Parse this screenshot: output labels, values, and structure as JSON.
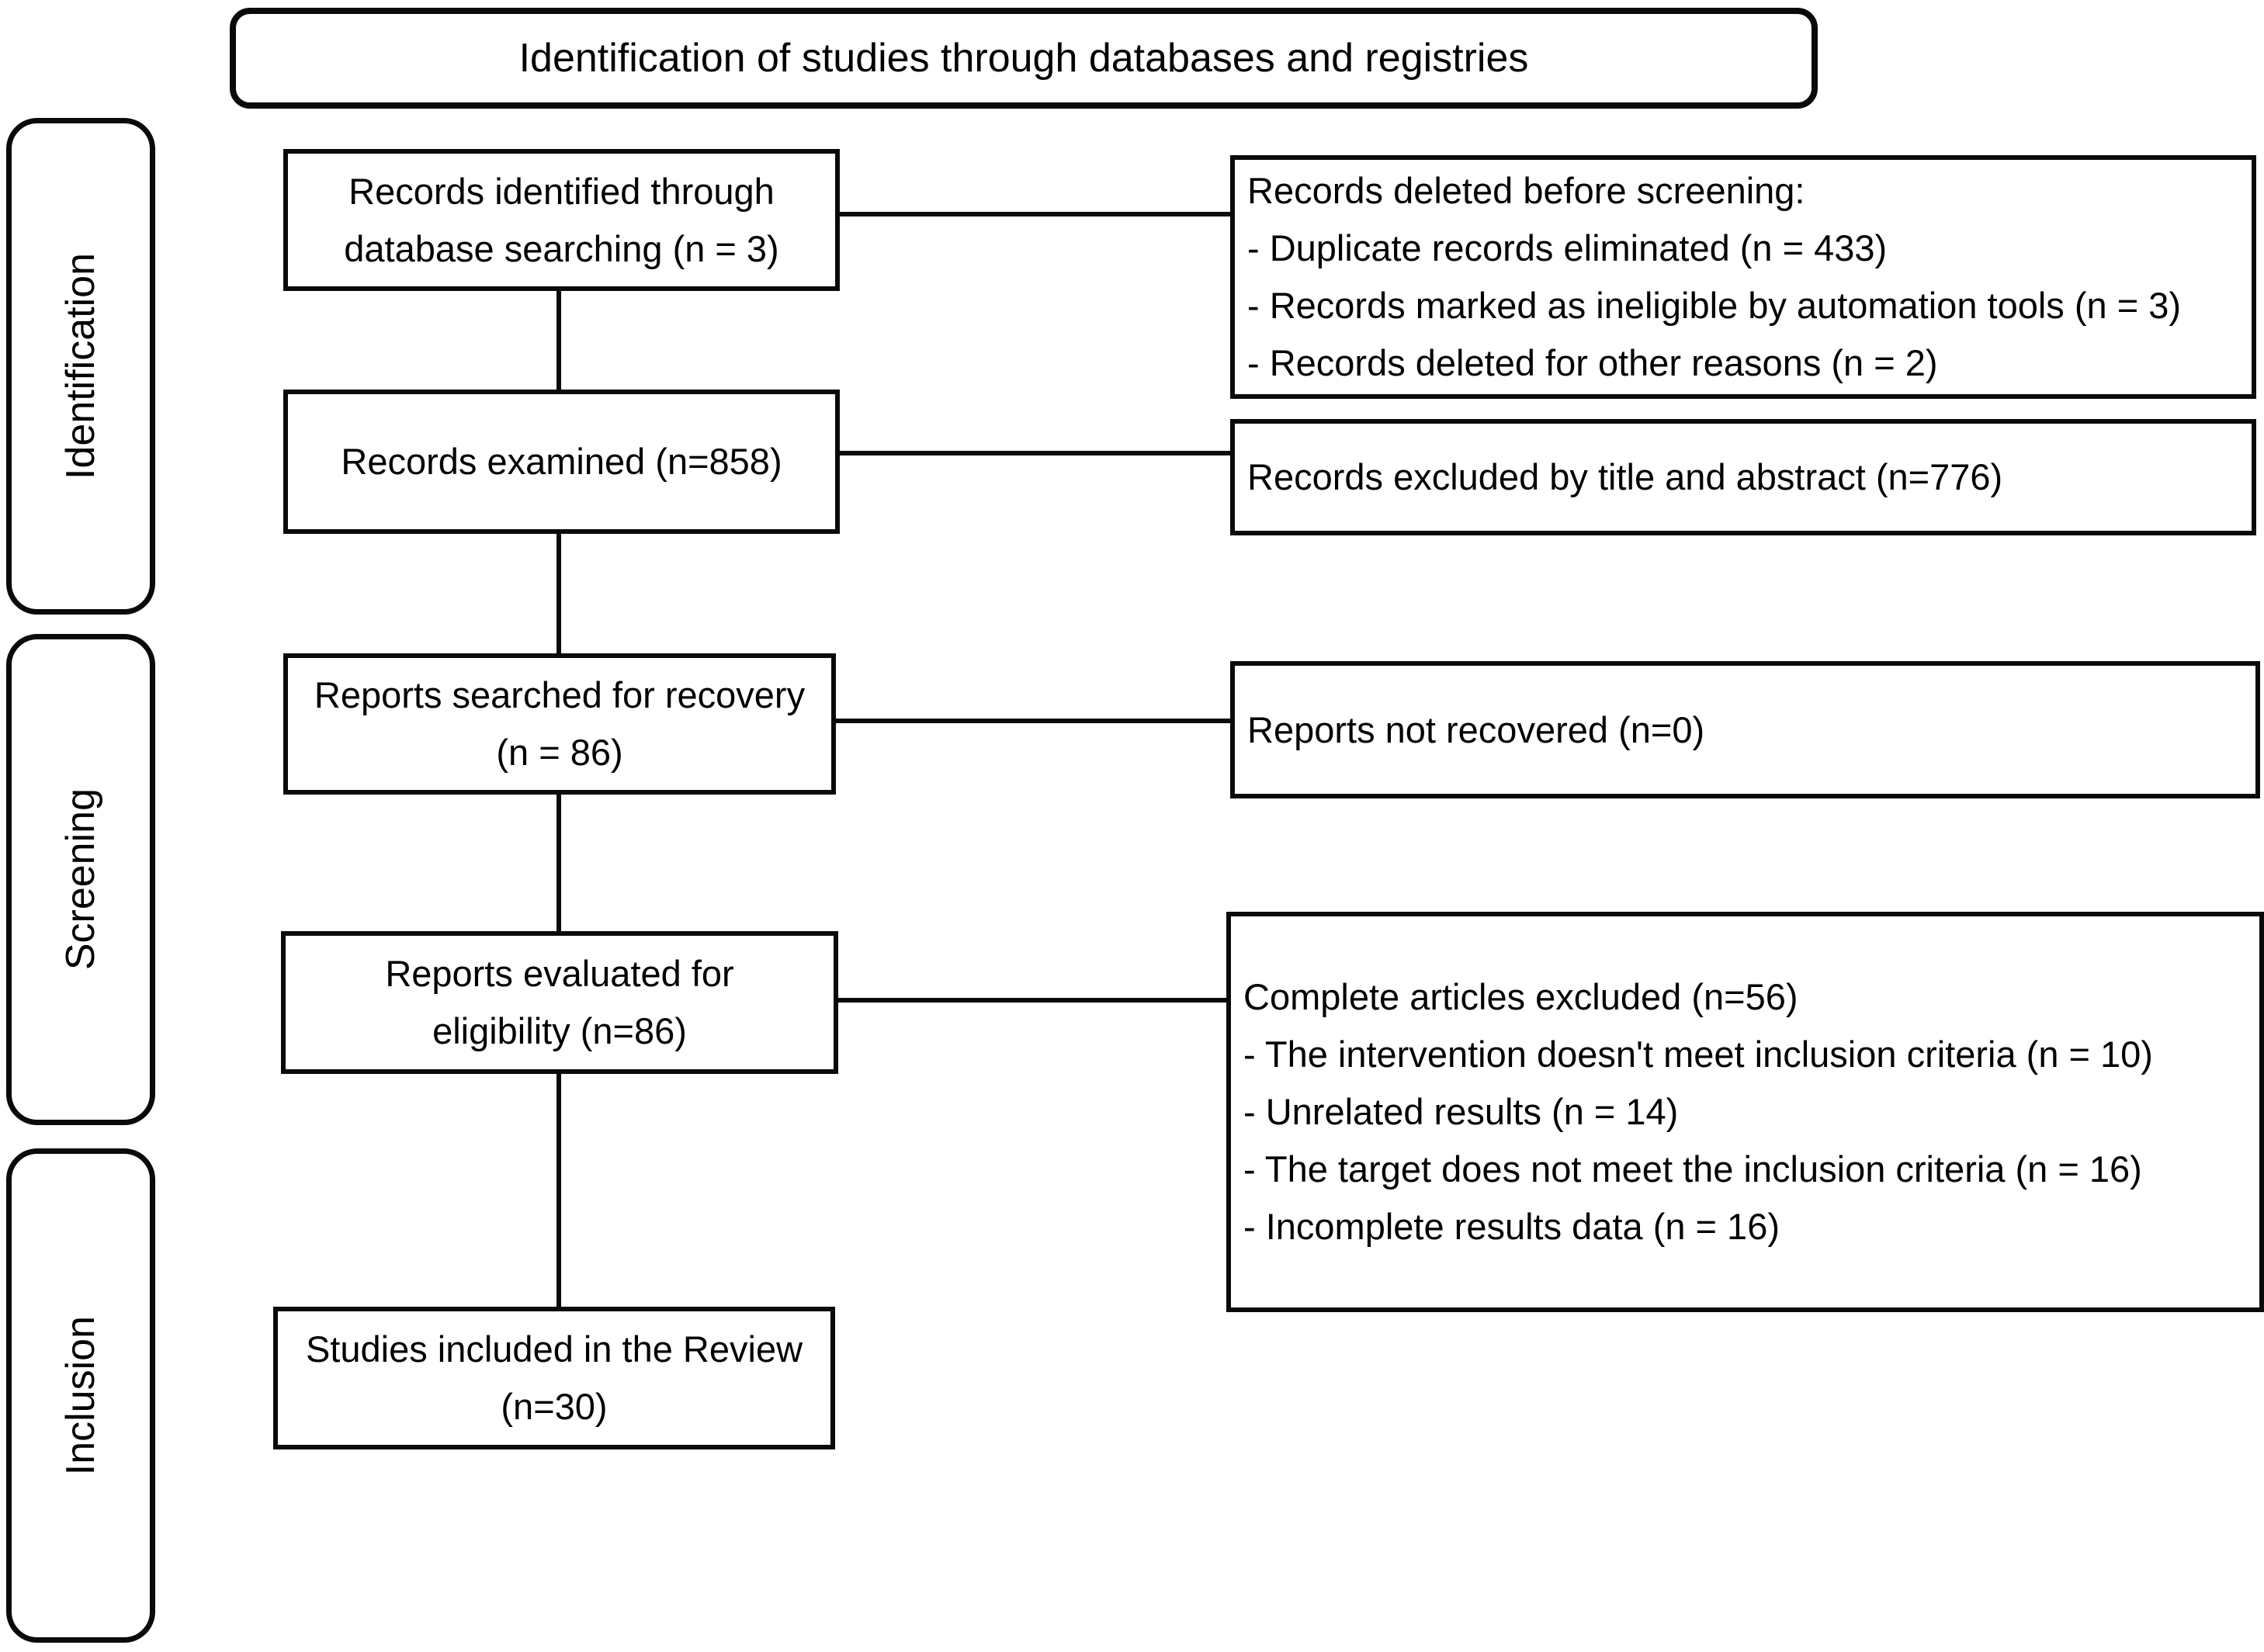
{
  "title": "Identification of studies through databases and registries",
  "stages": [
    {
      "label": "Identification"
    },
    {
      "label": "Screening"
    },
    {
      "label": "Inclusion"
    }
  ],
  "left_boxes": [
    {
      "lines": [
        "Records identified through",
        "database searching (n = 3)"
      ]
    },
    {
      "lines": [
        "Records examined (n=858)"
      ]
    },
    {
      "lines": [
        "Reports searched for recovery",
        "(n = 86)"
      ]
    },
    {
      "lines": [
        "Reports evaluated for",
        "eligibility (n=86)"
      ]
    },
    {
      "lines": [
        "Studies included in the Review",
        "(n=30)"
      ]
    }
  ],
  "right_boxes": [
    {
      "lines": [
        "Records deleted before screening:",
        "- Duplicate records eliminated (n = 433)",
        "- Records marked as ineligible by automation tools (n = 3)",
        "- Records deleted for other reasons (n = 2)"
      ]
    },
    {
      "lines": [
        "Records excluded by title and abstract (n=776)"
      ]
    },
    {
      "lines": [
        "Reports not recovered (n=0)"
      ]
    },
    {
      "lines": [
        "Complete articles excluded (n=56)",
        "- The intervention doesn't meet inclusion criteria (n = 10)",
        "- Unrelated results (n = 14)",
        "- The target does not meet the inclusion criteria (n = 16)",
        "- Incomplete results data (n = 16)"
      ]
    }
  ],
  "colors": {
    "line": "#0a0a0a",
    "background": "#ffffff"
  }
}
